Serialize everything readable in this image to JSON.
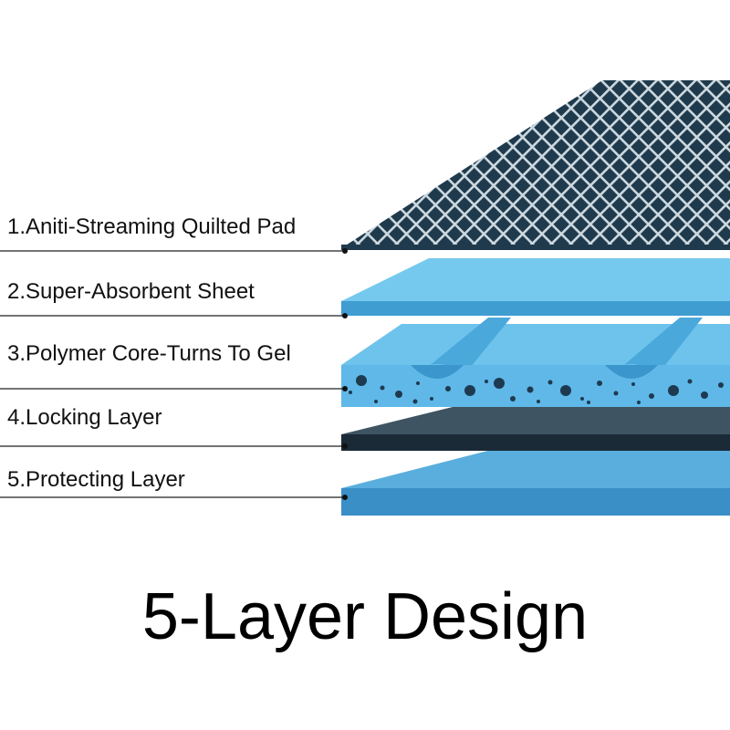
{
  "layers": [
    {
      "label": "1.Aniti-Streaming Quilted Pad"
    },
    {
      "label": "2.Super-Absorbent Sheet"
    },
    {
      "label": "3.Polymer Core-Turns To Gel"
    },
    {
      "label": "4.Locking Layer"
    },
    {
      "label": "5.Protecting Layer"
    }
  ],
  "title": "5-Layer Design",
  "colors": {
    "quilt_fill": "#1f3a4c",
    "quilt_grid": "#cdd9e0",
    "sheet_top": "#76c9ee",
    "sheet_side": "#3f9dd1",
    "core": "#5fb8e8",
    "core_dots": "#1e3a50",
    "locking_top": "#3e5462",
    "locking_side": "#1a2a36",
    "protect_top": "#5aaedd",
    "protect_side": "#3a8fc6",
    "leader_line": "#222222"
  }
}
